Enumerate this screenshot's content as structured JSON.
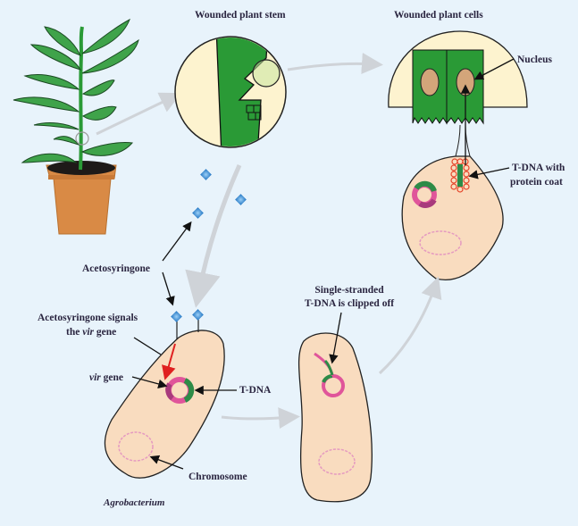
{
  "diagram": {
    "title_stem": "Wounded plant stem",
    "title_cells": "Wounded plant cells",
    "labels": {
      "nucleus": "Nucleus",
      "tdna_coat_line1": "T-DNA with",
      "tdna_coat_line2": "protein coat",
      "acetosyringone": "Acetosyringone",
      "signals_line1": "Acetosyringone signals",
      "signals_line2_pre": "the ",
      "signals_line2_it": "vir",
      "signals_line2_post": " gene",
      "vir_gene_it": "vir",
      "vir_gene_post": " gene",
      "tdna": "T-DNA",
      "chromosome": "Chromosome",
      "agrobacterium": "Agrobacterium",
      "clipped_line1": "Single-stranded",
      "clipped_line2": "T-DNA is clipped off"
    },
    "colors": {
      "background": "#e8f3fb",
      "leaf_green": "#3fa34a",
      "stem_green": "#2a9a36",
      "pot": "#d98a45",
      "bacterium": "#f9dcbf",
      "circle_bg": "#fdf3cf",
      "plasmid_pink": "#e0559a",
      "plasmid_green": "#2e8b47",
      "molecule_blue": "#3d8fd6",
      "nucleus": "#d3a57a",
      "signal_red": "#e02020",
      "process_arrow": "#cfd3d8"
    }
  }
}
